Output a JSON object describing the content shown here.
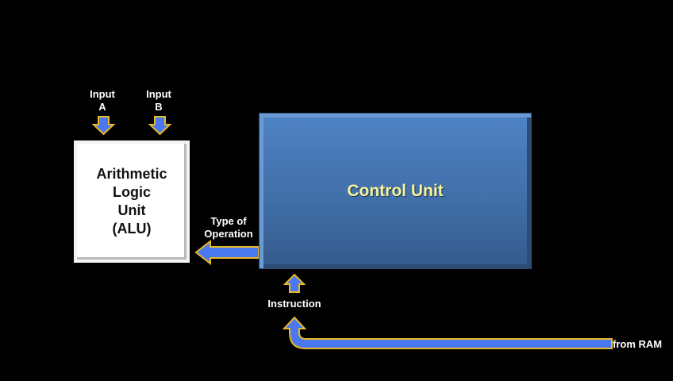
{
  "colors": {
    "background": "#000000",
    "arrow_fill": "#4a78f0",
    "arrow_outline": "#e8b928",
    "alu_fill": "#ffffff",
    "control_unit_fill": "#4676b4",
    "control_unit_text": "#f7f39a"
  },
  "inputs": [
    {
      "label": "Input\nA"
    },
    {
      "label": "Input\nB"
    }
  ],
  "alu": {
    "label": "Arithmetic\nLogic\nUnit\n(ALU)"
  },
  "control_unit": {
    "label": "Control Unit"
  },
  "arrows": {
    "type_of_operation": {
      "label": "Type of\nOperation"
    },
    "instruction": {
      "label": "Instruction"
    },
    "from_ram": {
      "label": "from RAM"
    }
  }
}
